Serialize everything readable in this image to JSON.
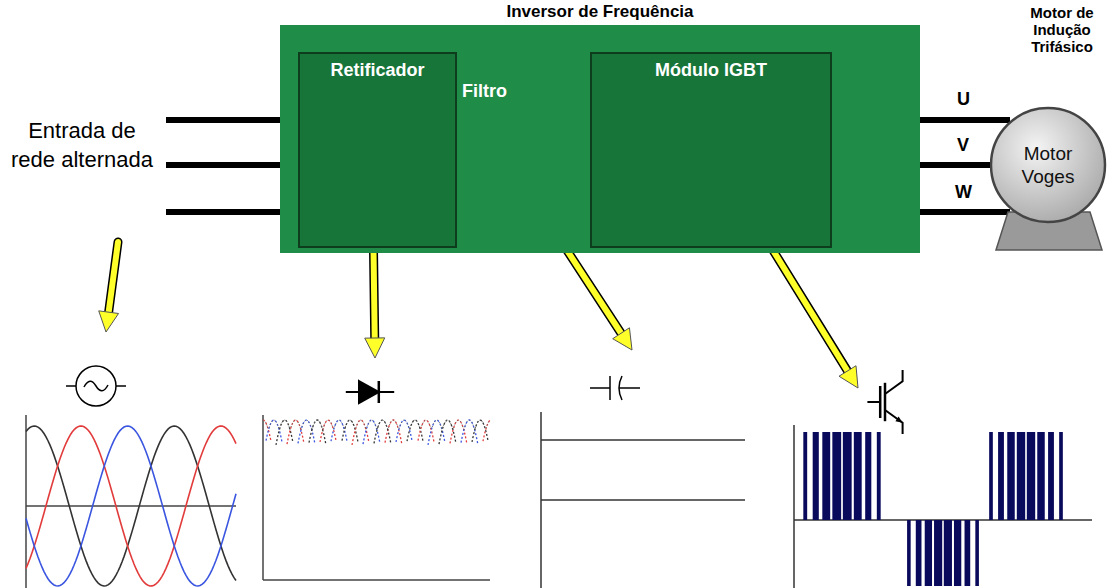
{
  "diagram": {
    "nodes": [
      {
        "text": [
          "Inversor de Frequência"
        ]
      },
      {
        "text": [
          "Retificador"
        ],
        "in": 0
      },
      {
        "text": [
          "Módulo IGBT"
        ],
        "in": 0
      },
      {
        "text": [
          "Motor de Indução Trifásico",
          "Motor Voges"
        ]
      }
    ],
    "edges": [
      {
        "from": 1,
        "to": 2,
        "arrow": "none"
      },
      {
        "from": 2,
        "to": 3,
        "arrow": "none"
      }
    ],
    "labels": [
      "Entrada de rede alternada",
      "Filtro",
      "U",
      "V",
      "W"
    ]
  }
}
